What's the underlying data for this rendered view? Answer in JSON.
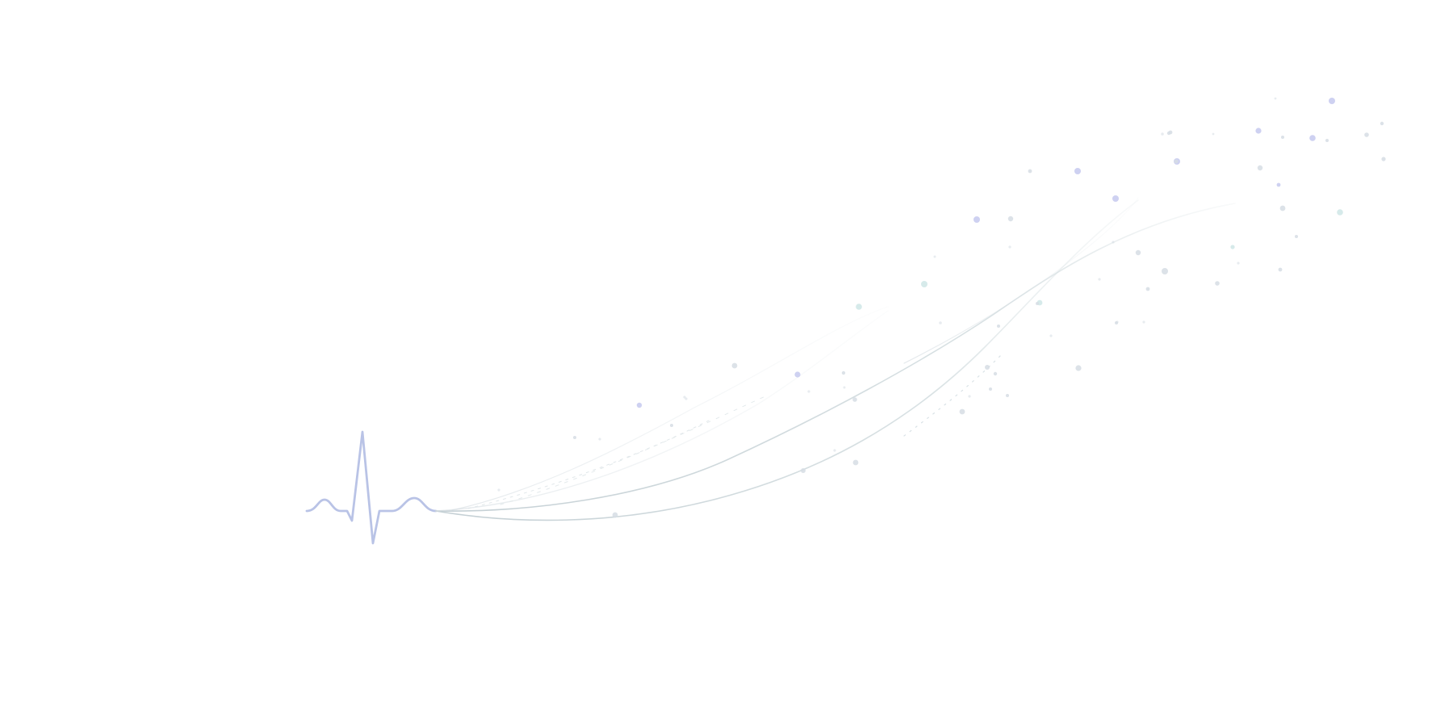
{
  "illustration": {
    "subject": "heartbeat-to-data-streams",
    "icon_names": [
      "ecg-pulse-icon",
      "data-stream-lines",
      "particle-dots"
    ]
  },
  "colors": {
    "background": "#ffffff",
    "pulse_start": "#c7d1d6",
    "pulse_peak": "#b8c4ea",
    "stream_line": "#c9d6da",
    "stream_line_faint": "#dde5e8",
    "dot_blue": "#c5c9ee",
    "dot_teal": "#cfe6e6",
    "dot_gray": "#d6dde4"
  }
}
